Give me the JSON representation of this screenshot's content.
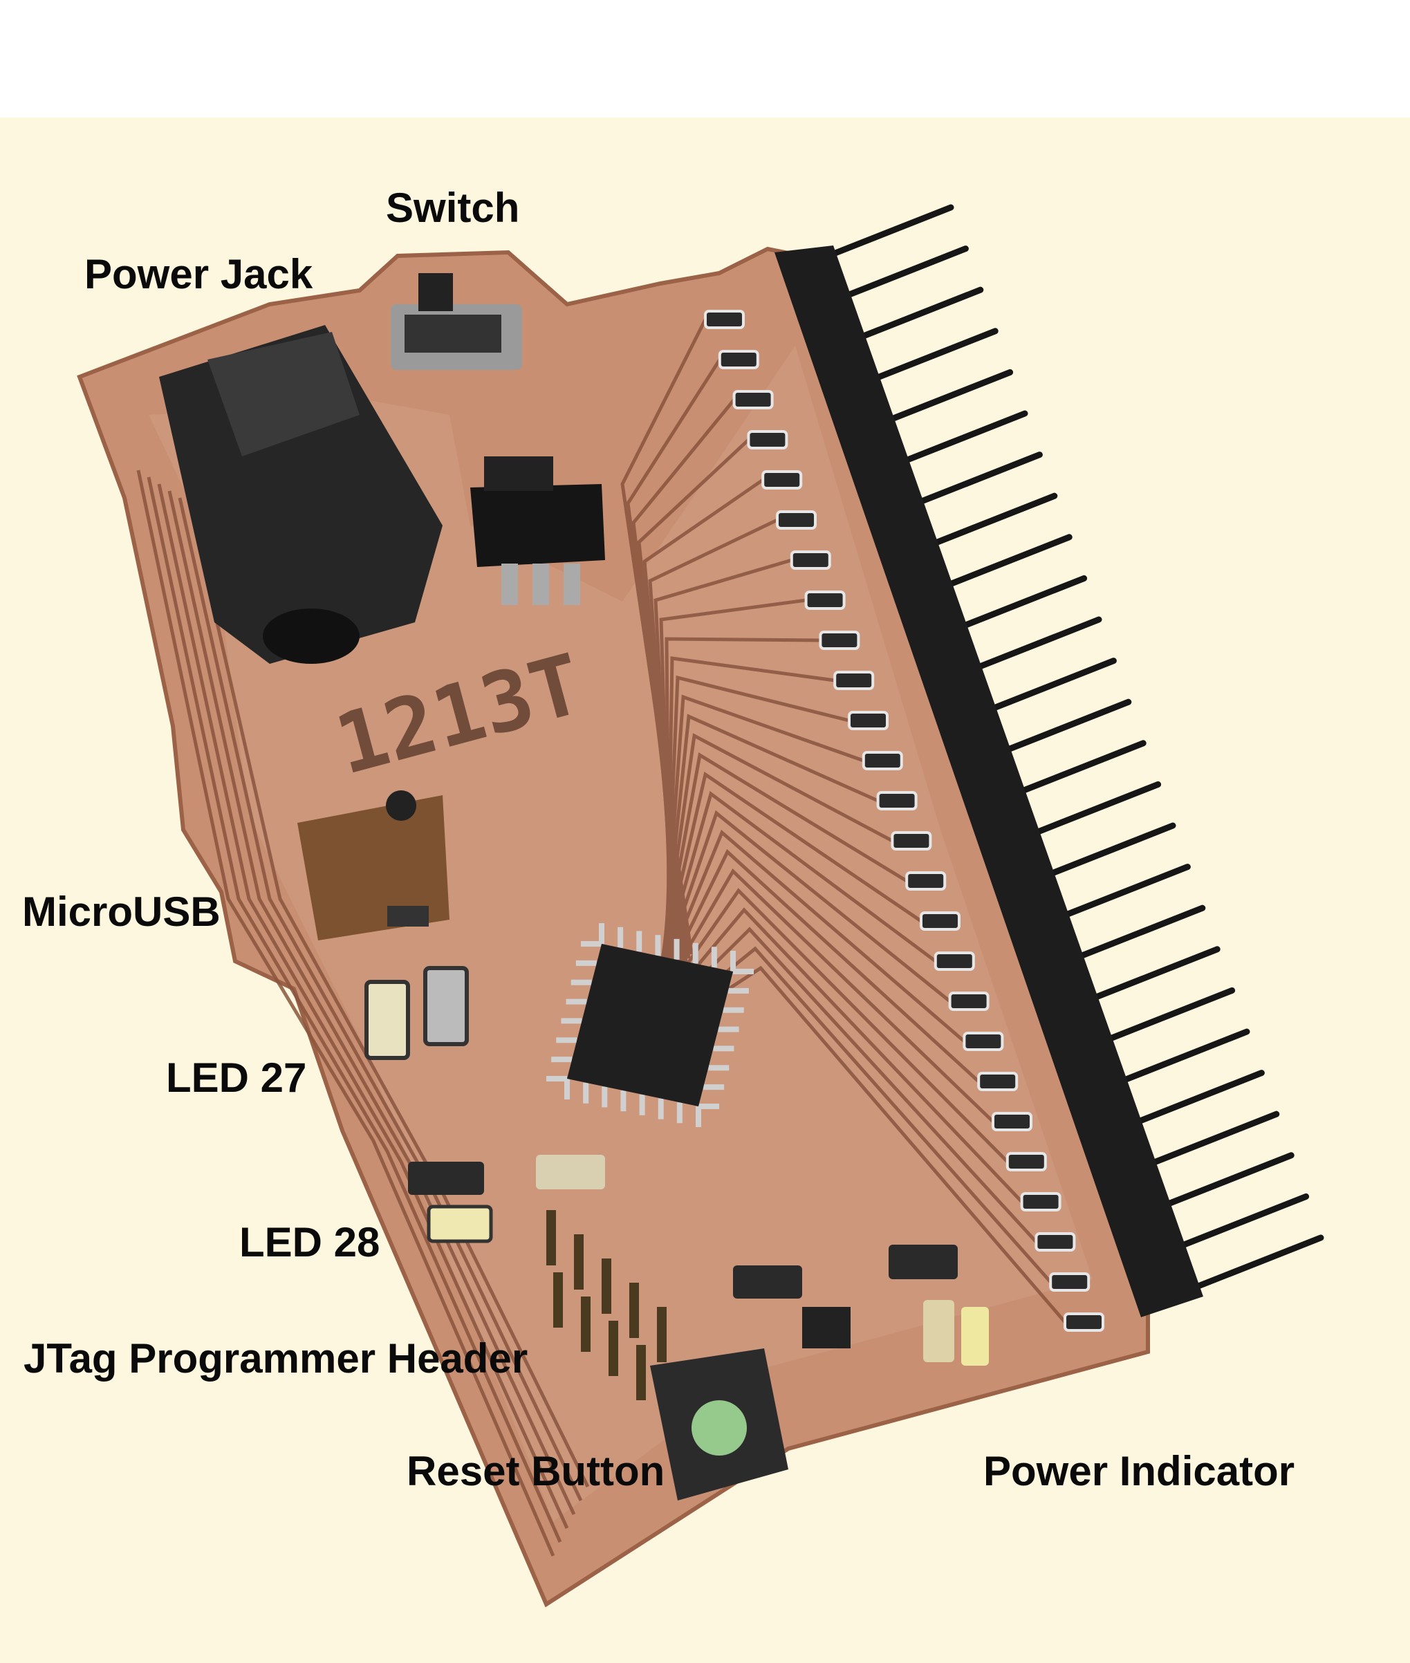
{
  "labels": {
    "switch": "Switch",
    "power_jack": "Power Jack",
    "microusb": "MicroUSB",
    "led_27": "LED 27",
    "led_28": "LED 28",
    "jtag_header": "JTag Programmer Header",
    "reset_button": "Reset Button",
    "power_indicator": "Power Indicator"
  },
  "board_silkscreen": "1213T",
  "colors": {
    "page_background": "#fcf7de",
    "top_band": "#ffffff",
    "pcb_copper": "#c98f73",
    "pcb_trace_dark": "#8a553e",
    "header_pins": "#1a1a1a",
    "label_text": "#0a0a0a"
  }
}
